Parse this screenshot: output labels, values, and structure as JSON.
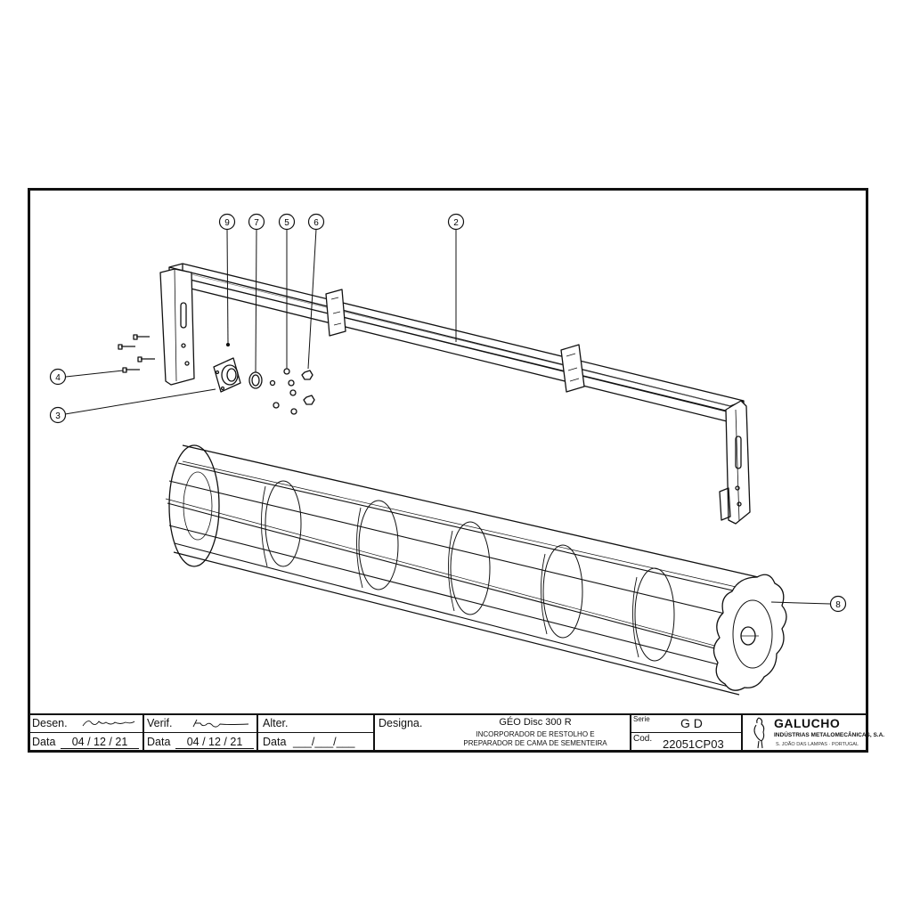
{
  "callouts": [
    {
      "id": "callout-9",
      "number": "9"
    },
    {
      "id": "callout-7",
      "number": "7"
    },
    {
      "id": "callout-5",
      "number": "5"
    },
    {
      "id": "callout-6",
      "number": "6"
    },
    {
      "id": "callout-2",
      "number": "2"
    },
    {
      "id": "callout-4",
      "number": "4"
    },
    {
      "id": "callout-3",
      "number": "3"
    },
    {
      "id": "callout-8",
      "number": "8"
    }
  ],
  "title_block": {
    "desen_label": "Desen.",
    "verif_label": "Verif.",
    "alter_label": "Alter.",
    "designa_label": "Designa.",
    "data_label": "Data",
    "desen_date": "04 / 12 / 21",
    "verif_date": "04 / 12 / 21",
    "alter_date": "___/___/___",
    "product_name": "GÉO Disc 300 R",
    "description_line1": "INCORPORADOR DE RESTOLHO E",
    "description_line2": "PREPARADOR DE CAMA DE SEMENTEIRA",
    "serie_label": "Serie",
    "serie_value": "G D",
    "cod_label": "Cod.",
    "cod_value": "22051CP03",
    "company_name": "GALUCHO",
    "company_sub": "INDÚSTRIAS METALOMECÂNICAS, S.A.",
    "company_address": "S. JOÃO DAS LAMPAS  ·  PORTUGAL"
  }
}
